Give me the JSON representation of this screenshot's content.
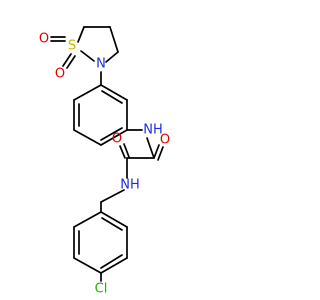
{
  "molecule": {
    "atoms": {
      "s": {
        "symbol": "S",
        "color": "#c9b400"
      },
      "o_s1": {
        "symbol": "O",
        "color": "#e10000"
      },
      "o_s2": {
        "symbol": "O",
        "color": "#e10000"
      },
      "n_ring": {
        "symbol": "N",
        "color": "#1f2fe0"
      },
      "nh_amide1": {
        "symbol": "NH",
        "color": "#1f2fe0"
      },
      "o_amide1": {
        "symbol": "O",
        "color": "#e10000"
      },
      "o_amide2": {
        "symbol": "O",
        "color": "#e10000"
      },
      "nh_amide2": {
        "symbol": "NH",
        "color": "#1f2fe0"
      },
      "cl": {
        "symbol": "Cl",
        "color": "#1db300"
      }
    },
    "bond_color": "#000000"
  }
}
